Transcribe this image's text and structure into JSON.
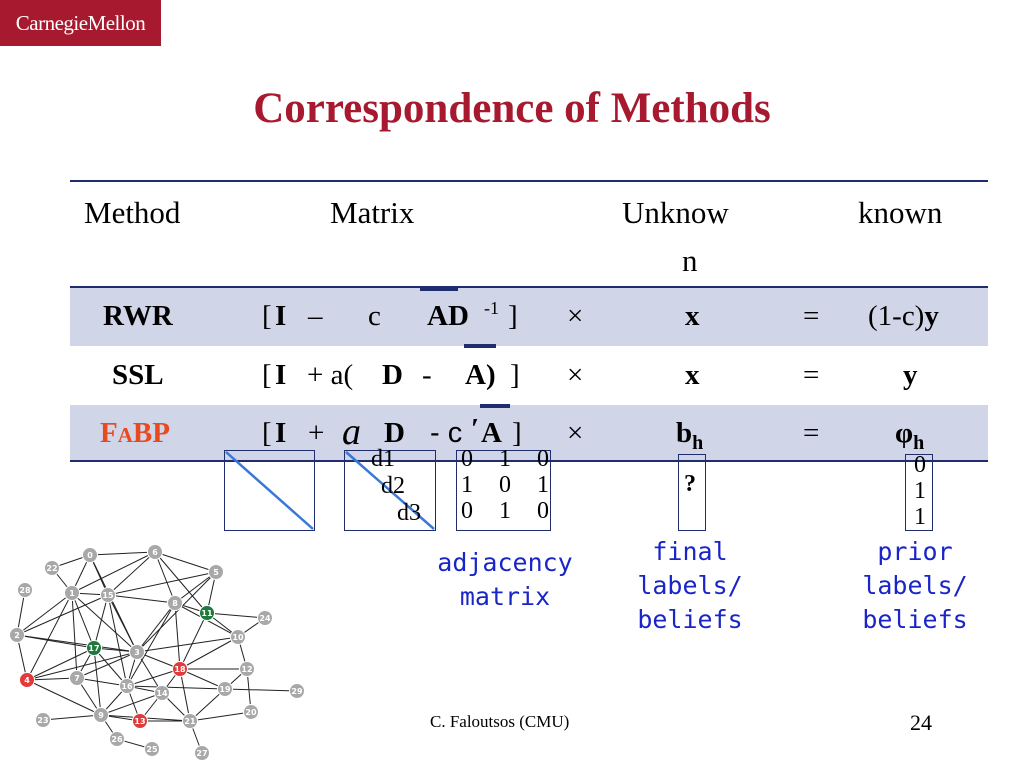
{
  "logo": "CarnegieMellon",
  "title": "Correspondence of Methods",
  "headers": {
    "method": "Method",
    "matrix": "Matrix",
    "unknown_1": "Unknow",
    "unknown_2": "n",
    "known": "known"
  },
  "rows": [
    {
      "method": "RWR",
      "open": "[",
      "I": "I",
      "op": "–",
      "coef": "c",
      "mat": "AD",
      "sup": "-1",
      "close": "]",
      "times": "×",
      "unknown": "x",
      "eq": "=",
      "known_pre": "(1-c)",
      "known_b": "y"
    },
    {
      "method": "SSL",
      "open": "[",
      "I": "I",
      "op": "+ a(",
      "D": "D",
      "minus": "-",
      "A": "A)",
      "close": "]",
      "times": "×",
      "unknown": "x",
      "eq": "=",
      "known_b": "y"
    },
    {
      "method_1": "F",
      "method_2": "A",
      "method_3": "BP",
      "open": "[",
      "I": "I",
      "op": "+",
      "a": "a",
      "D": "D",
      "cpart": "- c",
      "prime": "′",
      "A": "A",
      "close": "]",
      "times": "×",
      "unknown": "b",
      "unknown_sub": "h",
      "eq": "=",
      "known_b": "φ",
      "known_sub": "h"
    }
  ],
  "matrix_labels": {
    "d1": "d1",
    "d2": "d2",
    "d3": "d3"
  },
  "adjacency": [
    [
      "0",
      "1",
      "0"
    ],
    [
      "1",
      "0",
      "1"
    ],
    [
      "0",
      "1",
      "0"
    ]
  ],
  "unknown_box": "?",
  "prior_values": [
    "0",
    "1",
    "1"
  ],
  "annotations": {
    "adjacency": [
      "adjacency",
      "matrix"
    ],
    "final": [
      "final",
      "labels/",
      "beliefs"
    ],
    "prior": [
      "prior",
      "labels/",
      "beliefs"
    ]
  },
  "graph_nodes": [
    "0",
    "1",
    "2",
    "3",
    "4",
    "5",
    "6",
    "7",
    "8",
    "9",
    "10",
    "11",
    "12",
    "13",
    "14",
    "15",
    "16",
    "17",
    "18",
    "19",
    "20",
    "21",
    "22",
    "23",
    "24",
    "25",
    "26",
    "27",
    "28",
    "29"
  ],
  "colors": {
    "brand": "#a6192e",
    "band": "#d0d5e8",
    "rule": "#1f2d6e",
    "accent": "#e8491d",
    "hand": "#1a25c8",
    "node_red": "#e03a3a",
    "node_green": "#1e7a3a",
    "node_gray": "#a8a8a8"
  },
  "footer": "C. Faloutsos (CMU)",
  "page_number": "24"
}
